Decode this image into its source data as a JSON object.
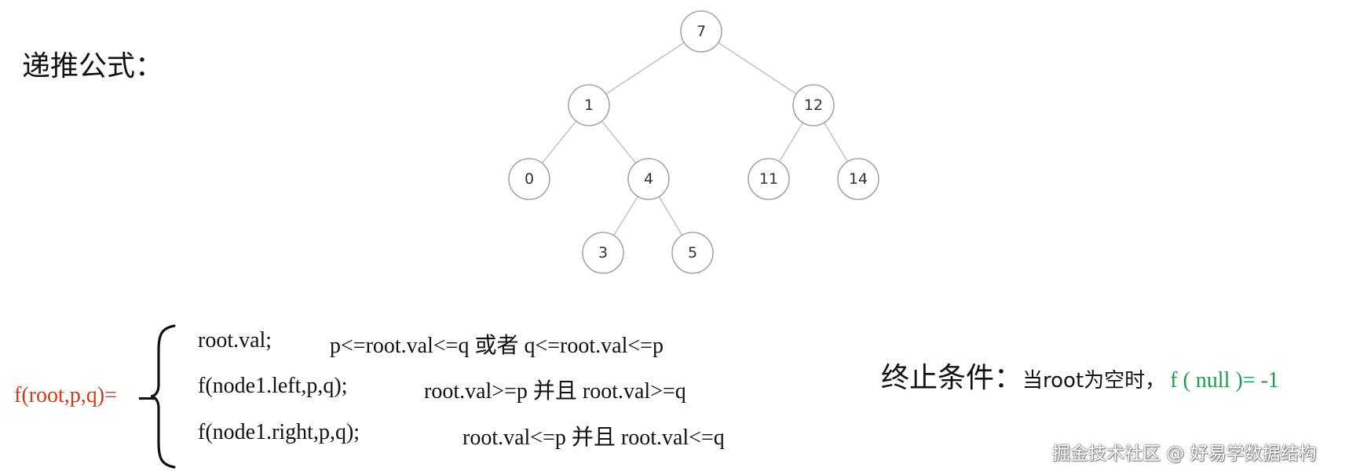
{
  "heading": "递推公式：",
  "tree": {
    "nodes": [
      {
        "id": "7",
        "label": "7"
      },
      {
        "id": "1",
        "label": "1"
      },
      {
        "id": "12",
        "label": "12"
      },
      {
        "id": "0",
        "label": "0"
      },
      {
        "id": "4",
        "label": "4"
      },
      {
        "id": "11",
        "label": "11"
      },
      {
        "id": "14",
        "label": "14"
      },
      {
        "id": "3",
        "label": "3"
      },
      {
        "id": "5",
        "label": "5"
      }
    ],
    "edges": [
      [
        "7",
        "1"
      ],
      [
        "7",
        "12"
      ],
      [
        "1",
        "0"
      ],
      [
        "1",
        "4"
      ],
      [
        "12",
        "11"
      ],
      [
        "12",
        "14"
      ],
      [
        "4",
        "3"
      ],
      [
        "4",
        "5"
      ]
    ]
  },
  "formula": {
    "name": "f(root,p,q)=",
    "cases": [
      {
        "expr": "root.val;",
        "cond": "p<=root.val<=q 或者 q<=root.val<=p"
      },
      {
        "expr": "f(node1.left,p,q);",
        "cond": "root.val>=p 并且 root.val>=q"
      },
      {
        "expr": "f(node1.right,p,q);",
        "cond": "root.val<=p 并且 root.val<=q"
      }
    ]
  },
  "termination": {
    "label": "终止条件：",
    "desc": "当root为空时，",
    "formula": "f ( null )= -1"
  },
  "watermark": "掘金技术社区 @ 好易学数据结构",
  "colors": {
    "function_name": "#d93a12",
    "termination_formula": "#1e9e4a",
    "node_stroke": "#a6a6a6",
    "edge": "#c6c6c6"
  }
}
